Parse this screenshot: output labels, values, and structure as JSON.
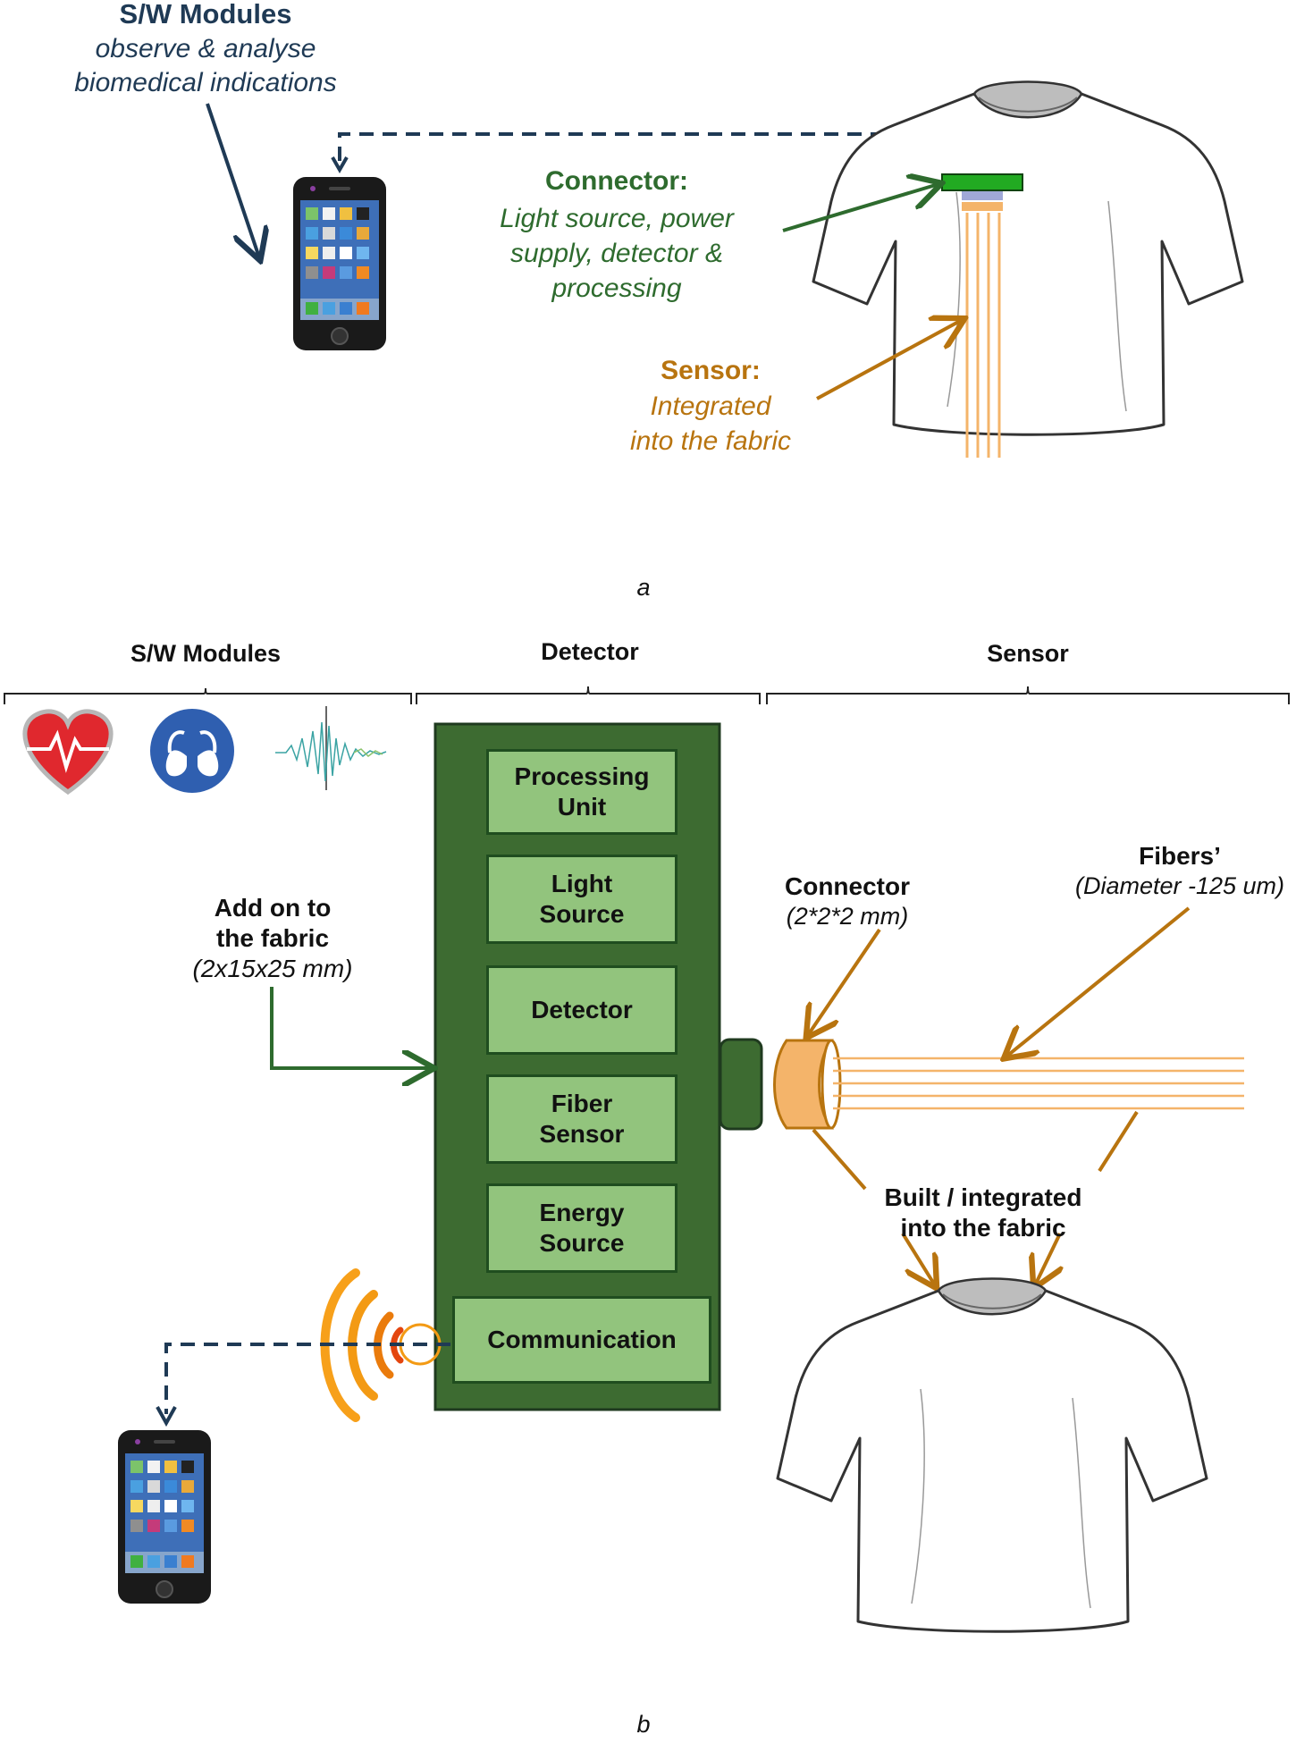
{
  "panel_a": {
    "sw_title": "S/W Modules",
    "sw_line1": "observe & analyse",
    "sw_line2": "biomedical indications",
    "connector_title": "Connector:",
    "connector_line1": "Light source, power",
    "connector_line2": "supply, detector &",
    "connector_line3": "processing",
    "sensor_title": "Sensor:",
    "sensor_line1": "Integrated",
    "sensor_line2": "into the fabric",
    "caption": "a"
  },
  "panel_b": {
    "heading_sw": "S/W Modules",
    "heading_detector": "Detector",
    "heading_sensor": "Sensor",
    "addon_line1": "Add on to",
    "addon_line2": "the fabric",
    "addon_dims": "(2x15x25 mm)",
    "detector_blocks": [
      "Processing\nUnit",
      "Light\nSource",
      "Detector",
      "Fiber\nSensor",
      "Energy\nSource",
      "Communication"
    ],
    "connector_label": "Connector",
    "connector_dims": "(2*2*2 mm)",
    "fibers_label": "Fibers’",
    "fibers_dims": "(Diameter -125 um)",
    "built_line1": "Built / integrated",
    "built_line2": "into the fabric",
    "caption": "b"
  },
  "colors": {
    "navy": "#1f3a55",
    "green_dark": "#2e6b2e",
    "green_box": "#3d6b31",
    "green_light": "#92c47d",
    "orange": "#b8740f",
    "fiber_orange": "#f4b46a",
    "heart_red": "#e0282e",
    "lung_blue": "#2f5fb0"
  },
  "icons": [
    "smartphone-icon",
    "heart-pulse-icon",
    "lungs-icon",
    "sound-wave-icon",
    "wireless-signal-icon",
    "tshirt-icon"
  ]
}
